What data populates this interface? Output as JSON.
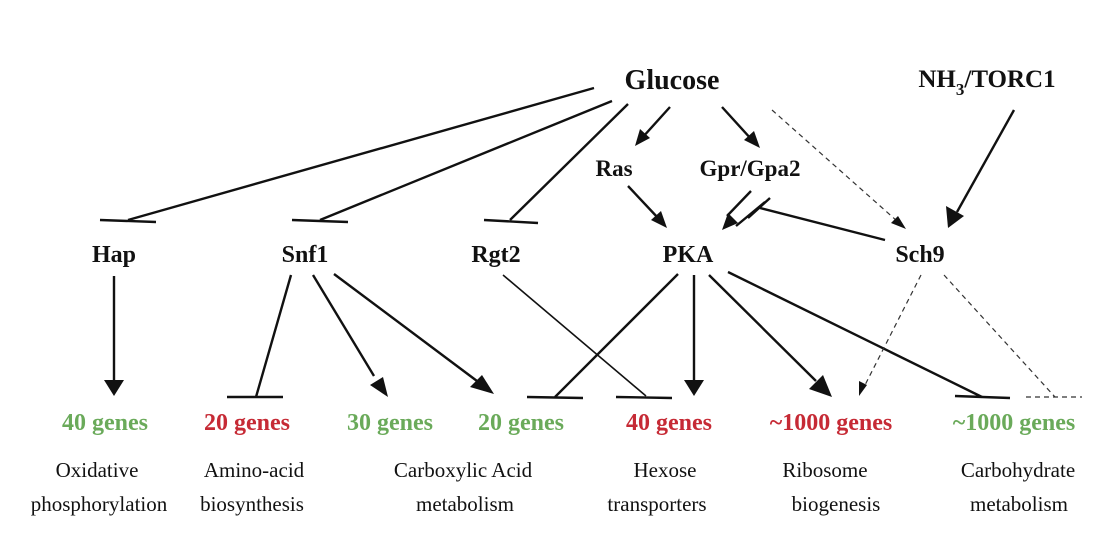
{
  "nodes": {
    "glucose": "Glucose",
    "nh3_torc1_main": "NH",
    "nh3_torc1_sub": "3",
    "nh3_torc1_rest": "/TORC1",
    "ras": "Ras",
    "gpr_gpa2": "Gpr/Gpa2",
    "hap": "Hap",
    "snf1": "Snf1",
    "rgt2": "Rgt2",
    "pka": "PKA",
    "sch9": "Sch9"
  },
  "gene_groups": [
    {
      "count": "40 genes",
      "color": "#6aaa5a",
      "function_line1": "Oxidative",
      "function_line2": "phosphorylation"
    },
    {
      "count": "20 genes",
      "color": "#c62a35",
      "function_line1": "Amino-acid",
      "function_line2": "biosynthesis"
    },
    {
      "count": "30 genes",
      "color": "#6aaa5a",
      "function_line1": "Carboxylic Acid",
      "function_line2": "metabolism"
    },
    {
      "count": "20 genes",
      "color": "#6aaa5a",
      "function_line1": "",
      "function_line2": ""
    },
    {
      "count": "40 genes",
      "color": "#c62a35",
      "function_line1": "Hexose",
      "function_line2": "transporters"
    },
    {
      "count": "~1000 genes",
      "color": "#c62a35",
      "function_line1": "Ribosome",
      "function_line2": "biogenesis"
    },
    {
      "count": "~1000 genes",
      "color": "#6aaa5a",
      "function_line1": "Carbohydrate",
      "function_line2": "metabolism"
    }
  ],
  "colors": {
    "activated": "#c62a35",
    "repressed": "#6aaa5a",
    "edges": "#111111"
  }
}
